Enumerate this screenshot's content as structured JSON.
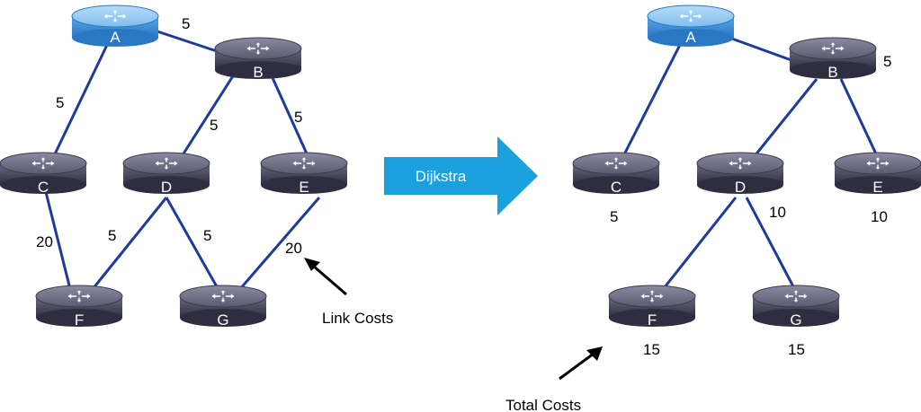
{
  "colors": {
    "link": "#1f3a9e",
    "router_dark": "#3a3a4e",
    "router_blue": "#3f8fd6",
    "dijkstra_arrow": "#1aa0dc"
  },
  "left_graph": {
    "routers": {
      "A": "A",
      "B": "B",
      "C": "C",
      "D": "D",
      "E": "E",
      "F": "F",
      "G": "G"
    },
    "link_costs": {
      "AB": "5",
      "AC": "5",
      "BD": "5",
      "BE": "5",
      "CF": "20",
      "DF": "5",
      "DG": "5",
      "EG": "20"
    },
    "annotation": "Link Costs"
  },
  "dijkstra_label": "Dijkstra",
  "right_graph": {
    "routers": {
      "A": "A",
      "B": "B",
      "C": "C",
      "D": "D",
      "E": "E",
      "F": "F",
      "G": "G"
    },
    "total_costs": {
      "B": "5",
      "C": "5",
      "D": "10",
      "E": "10",
      "F": "15",
      "G": "15"
    },
    "annotation": "Total Costs"
  },
  "icon": "router-icon"
}
